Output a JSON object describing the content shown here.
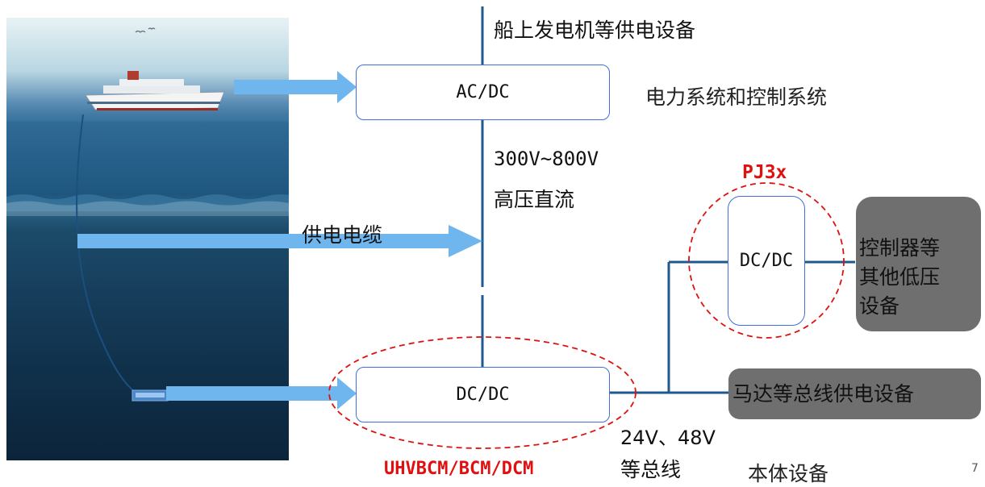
{
  "colors": {
    "line": "#1f5a8f",
    "arrow": "#6fb6ee",
    "box_border": "#3f6fd8",
    "red": "#e01010",
    "gray_box": "#6f6f6f"
  },
  "labels": {
    "ship_power": "船上发电机等供电设备",
    "power_control": "电力系统和控制系统",
    "ac_dc": "AC/DC",
    "hv_line1": "300V~800V",
    "hv_line2": "高压直流",
    "cable": "供电电缆",
    "pj3x": "PJ3x",
    "dcdc_mid": "DC/DC",
    "dcdc_bottom": "DC/DC",
    "controller_line1": "控制器等",
    "controller_line2": "其他低压",
    "controller_line3": "设备",
    "motor": "马达等总线供电设备",
    "bus_line1": "24V、48V",
    "bus_line2": "等总线",
    "body_equipment": "本体设备",
    "bcm": "UHVBCM/BCM/DCM",
    "page_number": "7"
  }
}
